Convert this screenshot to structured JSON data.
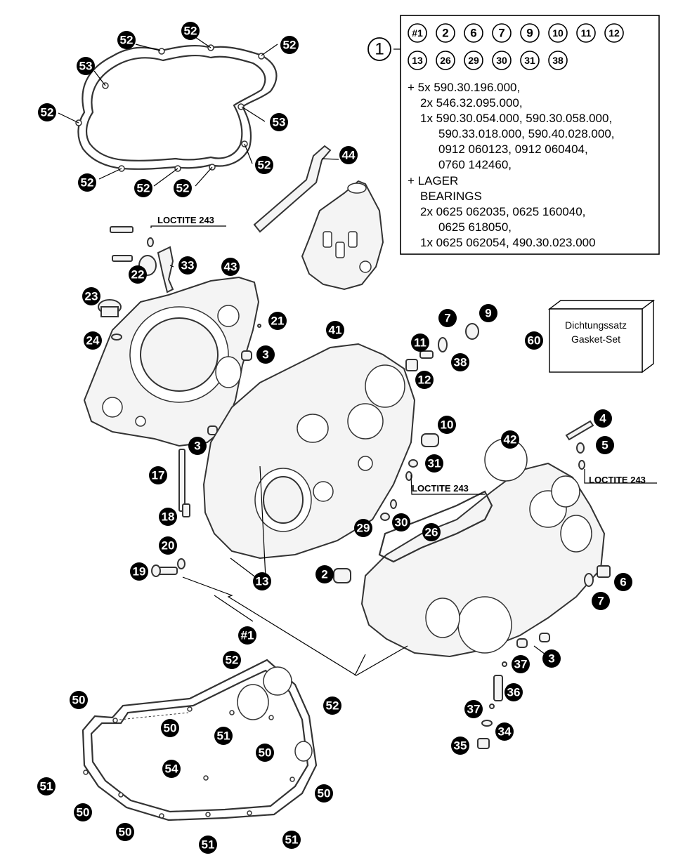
{
  "callouts": {
    "c1": "#1",
    "c2": "2",
    "c3": "3",
    "c4": "4",
    "c5": "5",
    "c6": "6",
    "c7": "7",
    "c9": "9",
    "c10": "10",
    "c11": "11",
    "c12": "12",
    "c13": "13",
    "c17": "17",
    "c18": "18",
    "c19": "19",
    "c20": "20",
    "c21": "21",
    "c22": "22",
    "c23": "23",
    "c24": "24",
    "c26": "26",
    "c29": "29",
    "c30": "30",
    "c31": "31",
    "c33": "33",
    "c34": "34",
    "c35": "35",
    "c36": "36",
    "c37": "37",
    "c38": "38",
    "c41": "41",
    "c42": "42",
    "c43": "43",
    "c44": "44",
    "c50": "50",
    "c51": "51",
    "c52": "52",
    "c53": "53",
    "c54": "54",
    "c60": "60"
  },
  "loctite": "LOCTITE 243",
  "set_box": {
    "number": "1",
    "row1": [
      "#1",
      "2",
      "6",
      "7",
      "9",
      "10",
      "11",
      "12"
    ],
    "row2": [
      "13",
      "26",
      "29",
      "30",
      "31",
      "38"
    ],
    "lines": [
      "+ 5x 590.30.196.000,",
      "2x 546.32.095.000,",
      "1x 590.30.054.000, 590.30.058.000,",
      "590.33.018.000, 590.40.028.000,",
      "0912 060123, 0912 060404,",
      "0760 142460,",
      "+ LAGER",
      "BEARINGS",
      "2x 0625 062035, 0625 160040,",
      "0625 618050,",
      "1x 0625 062054, 490.30.023.000"
    ]
  },
  "gasket_box": {
    "line1": "Dichtungssatz",
    "line2": "Gasket-Set"
  }
}
